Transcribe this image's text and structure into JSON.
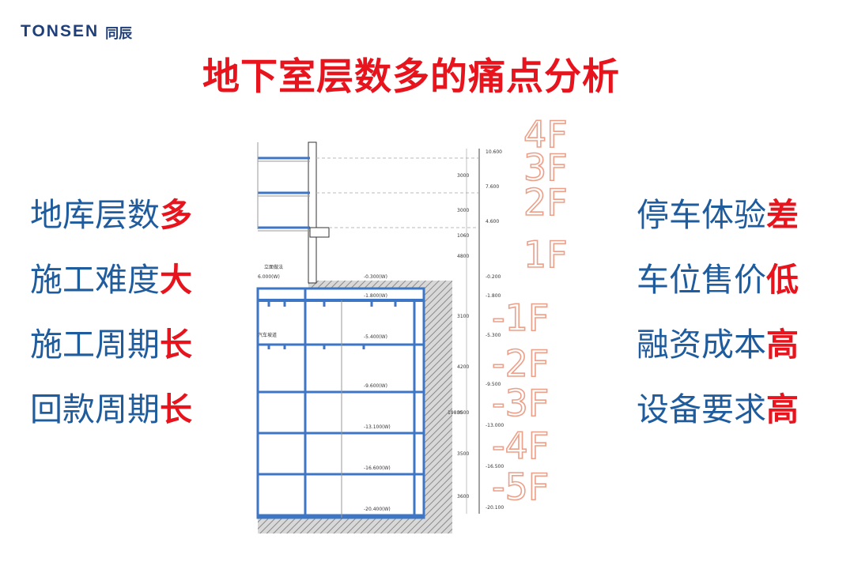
{
  "logo": {
    "brand_latin": "TONSEN",
    "brand_cn": "同辰"
  },
  "title": "地下室层数多的痛点分析",
  "left_points": [
    {
      "text": "地库层数",
      "accent": "多"
    },
    {
      "text": "施工难度",
      "accent": "大"
    },
    {
      "text": "施工周期",
      "accent": "长"
    },
    {
      "text": "回款周期",
      "accent": "长"
    }
  ],
  "right_points": [
    {
      "text": "停车体验",
      "accent": "差"
    },
    {
      "text": "车位售价",
      "accent": "低"
    },
    {
      "text": "融资成本",
      "accent": "高"
    },
    {
      "text": "设备要求",
      "accent": "高"
    }
  ],
  "diagram": {
    "floor_labels": [
      "4F",
      "3F",
      "2F",
      "1F",
      "-1F",
      "-2F",
      "-3F",
      "-4F",
      "-5F"
    ],
    "elevations": [
      "10.600",
      "7.600",
      "4.600",
      "-0.200",
      "-1.800",
      "-5.300",
      "-9.500",
      "-13.000",
      "-16.500",
      "-20.100"
    ],
    "slab_labels": [
      "-0.300(W)",
      "-1.800(W)",
      "-5.400(W)",
      "-9.600(W)",
      "-13.100(W)",
      "-16.600(W)",
      "-20.400(W)"
    ],
    "dimensions": [
      "3000",
      "3000",
      "1060",
      "4800",
      "3100",
      "4200",
      "3500",
      "3500",
      "3600",
      "19800"
    ],
    "annotations": [
      "立面做法",
      "6.000(W)",
      "汽车坡道"
    ],
    "colors": {
      "structure": "#3c76c4",
      "hatch": "#9a9a9a",
      "floor_label": "#eda089"
    }
  }
}
